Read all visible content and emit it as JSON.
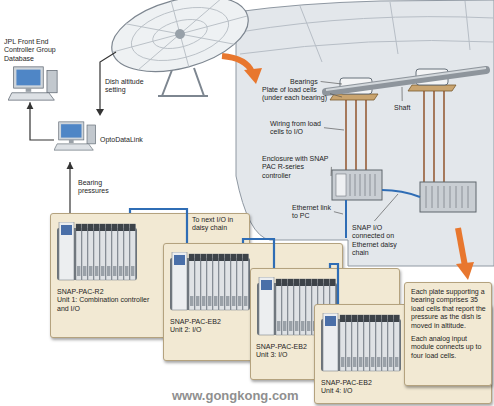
{
  "diagram": {
    "nodes": [
      {
        "text": [
          "JPL Front End Controller Group Database"
        ]
      },
      {
        "text": [
          "OptoDataLink"
        ]
      },
      {
        "text": [
          "SNAP-PAC-R2",
          "Unit 1: Combination controller and I/O"
        ]
      },
      {
        "text": [
          "SNAP-PAC-EB2",
          "Unit 2: I/O"
        ]
      },
      {
        "text": [
          "SNAP-PAC-EB2",
          "Unit 3: I/O"
        ]
      },
      {
        "text": [
          "SNAP-PAC-EB2",
          "Unit 4: I/O"
        ]
      },
      {
        "text": [
          "Each plate supporting a bearing comprises 35 load cells that report the pressure as the dish is moved in altitude.",
          "Each analog input module connects up to four load cells."
        ]
      }
    ],
    "edges": [
      {
        "from": 1,
        "to": 0,
        "arrow": "to"
      },
      {
        "from": 2,
        "to": 1,
        "label": "Bearing pressures",
        "arrow": "to"
      },
      {
        "from": 2,
        "to": 3,
        "arrow": "none"
      },
      {
        "from": 3,
        "to": 4,
        "arrow": "none"
      },
      {
        "from": 4,
        "to": 5,
        "arrow": "none"
      }
    ],
    "labels": [
      "Dish altitude setting",
      "Bearings",
      "Plate of load cells (under each bearing)",
      "Shaft",
      "Wiring from load cells to I/O",
      "Enclosure with SNAP PAC R-series controller",
      "Ethernet link to PC",
      "SNAP I/O connected on Ethernet daisy chain",
      "To next I/O in daisy chain",
      "www.gongkong.com"
    ]
  }
}
